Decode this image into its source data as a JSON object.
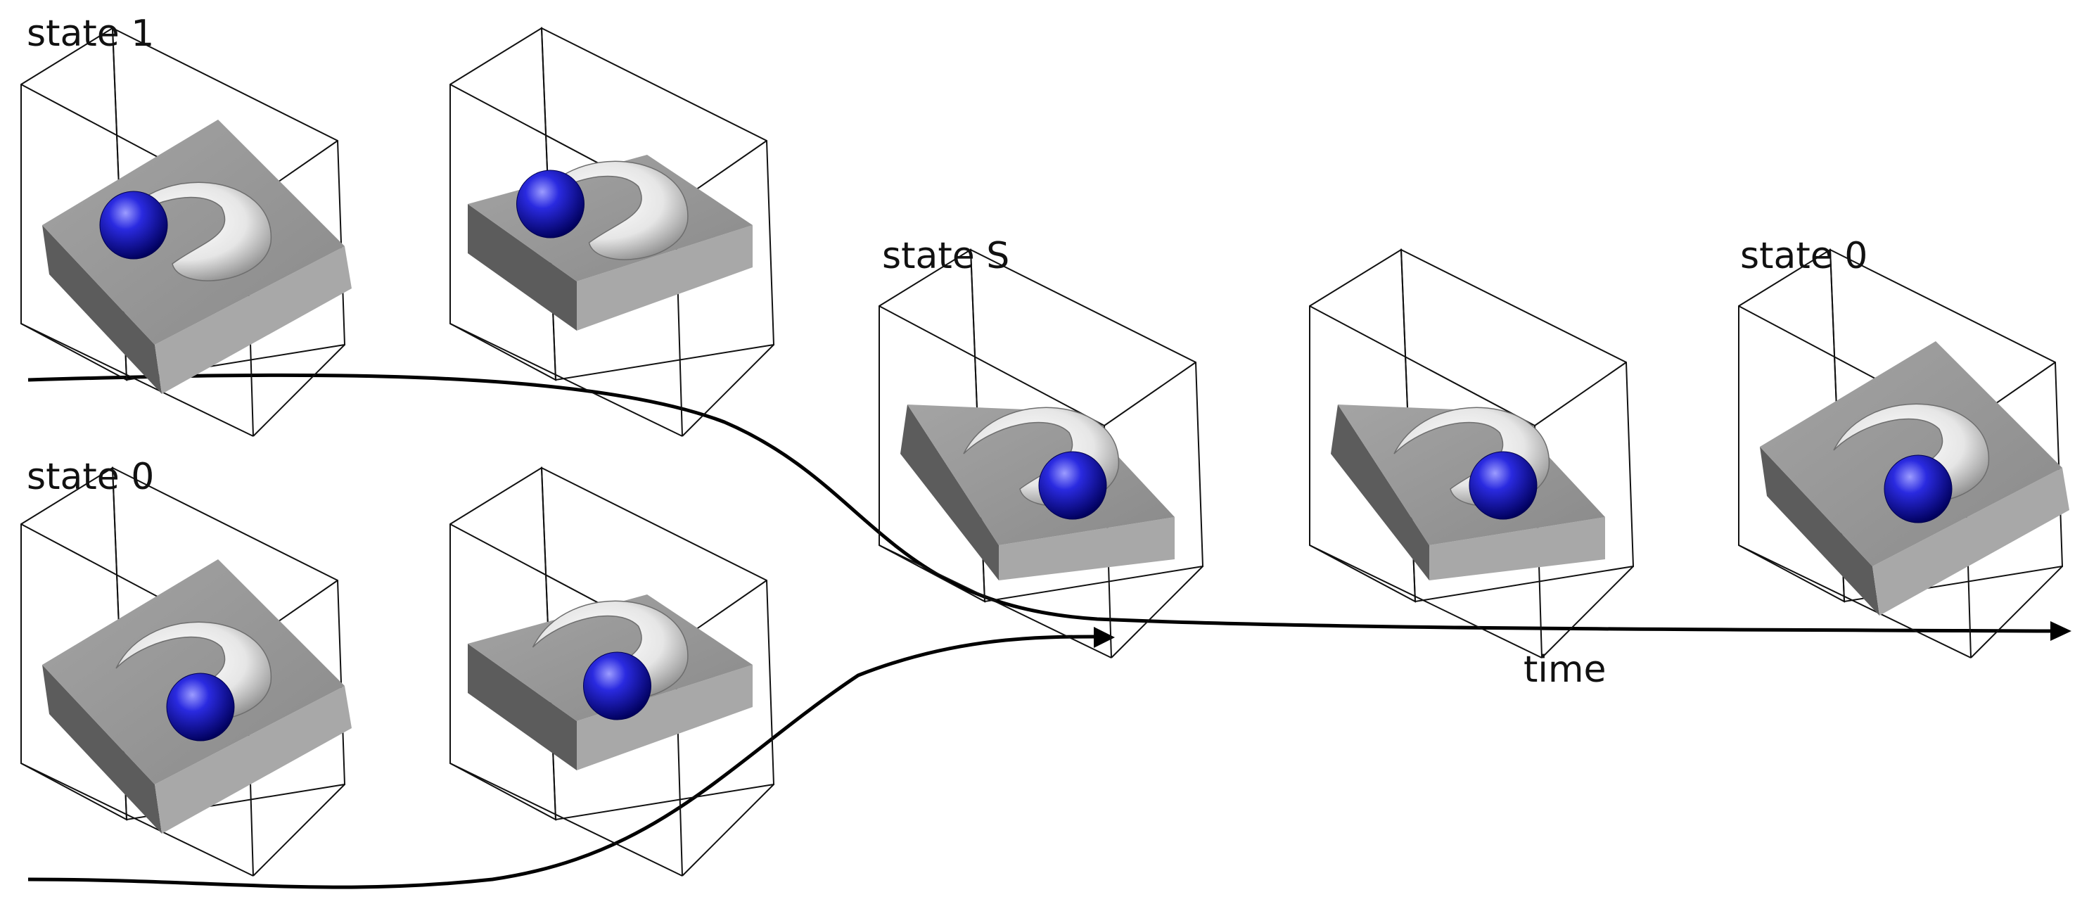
{
  "labels": {
    "state_1": "state 1",
    "state_0_left": "state 0",
    "state_s": "state S",
    "state_0_right": "state 0",
    "time": "time"
  },
  "colors": {
    "ball": "#1a1acc",
    "ball_highlight": "#8c8cff",
    "ball_shadow": "#00006a",
    "plate_top": "#9a9a9a",
    "plate_front": "#a8a8a8",
    "plate_side": "#5c5c5c",
    "trough": "#f0f0f0",
    "box_edge": "#111111",
    "arrow": "#000000"
  },
  "snapshots": [
    {
      "name": "state-1-view-a",
      "ball": "left",
      "tilt": "left"
    },
    {
      "name": "state-1-view-b",
      "ball": "left",
      "tilt": "flat"
    },
    {
      "name": "state-0-view-a",
      "ball": "center",
      "tilt": "left"
    },
    {
      "name": "state-0-view-b",
      "ball": "center",
      "tilt": "flat"
    },
    {
      "name": "state-s-view",
      "ball": "right",
      "tilt": "right"
    },
    {
      "name": "transition-view",
      "ball": "right",
      "tilt": "right"
    },
    {
      "name": "state-0-final-view",
      "ball": "center",
      "tilt": "left"
    }
  ]
}
